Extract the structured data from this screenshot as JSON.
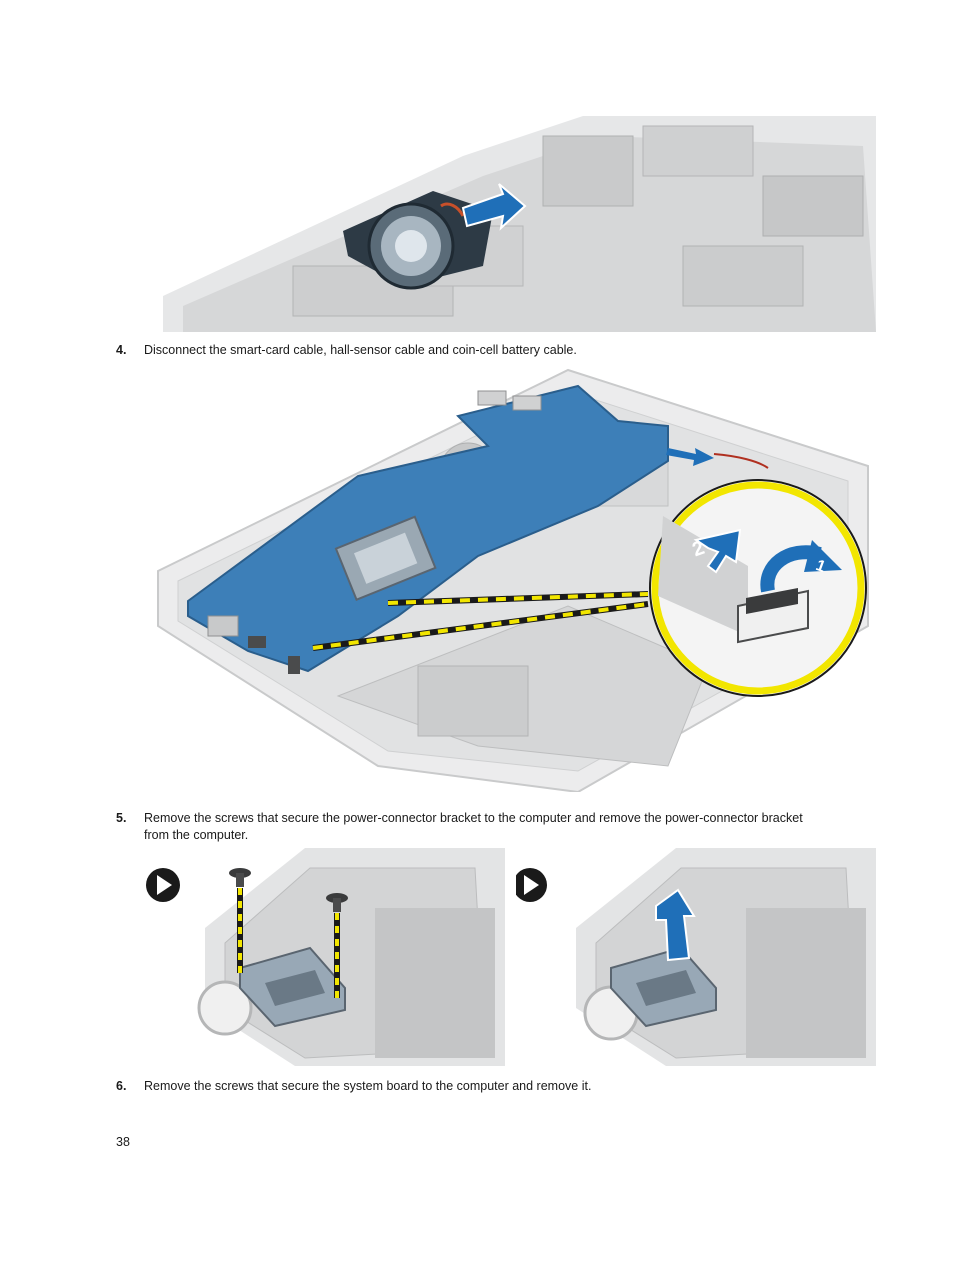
{
  "steps": [
    {
      "number": "4.",
      "text": "Disconnect the smart-card cable, hall-sensor cable and coin-cell battery cable."
    },
    {
      "number": "5.",
      "text": "Remove the screws that secure the power-connector bracket to the computer and remove the power-connector bracket from the computer."
    },
    {
      "number": "6.",
      "text": "Remove the screws that secure the system board to the computer and remove it."
    }
  ],
  "callout_labels": {
    "arrow_1": "1",
    "arrow_2": "2"
  },
  "page_number": "38",
  "colors": {
    "arrow_blue": "#1f6fb8",
    "callout_yellow": "#f2e600",
    "board_blue": "#3d7fb8",
    "chassis_gray": "#d9dadb"
  }
}
